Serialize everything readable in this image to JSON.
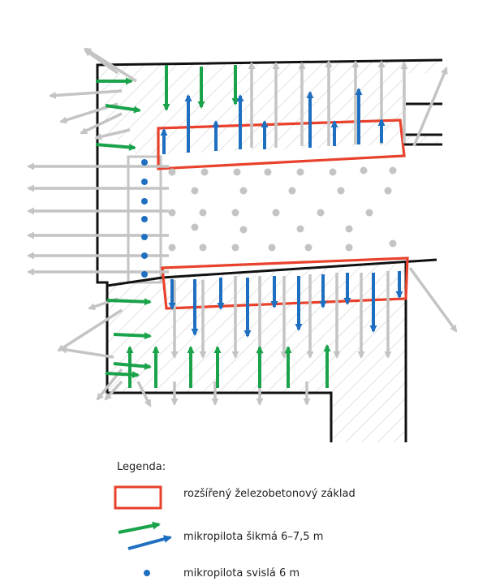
{
  "legend": {
    "title": "Legenda:",
    "items": [
      {
        "key": "foundation",
        "label": "rozšířený železobetonový základ",
        "color": "#e8412c"
      },
      {
        "key": "inclined",
        "label": "mikropilota šikmá 6–7,5 m",
        "colors": [
          "#1aa34a",
          "#1f6fc1"
        ]
      },
      {
        "key": "vertical",
        "label": "mikropilota svislá 6 m",
        "color": "#1f6fc1"
      }
    ]
  },
  "colors": {
    "wall": "#111111",
    "grey": "#c4c4c4",
    "hatch": "#cfcfcf",
    "green": "#1aa34a",
    "blue": "#1f6fc1",
    "red": "#e8412c"
  }
}
